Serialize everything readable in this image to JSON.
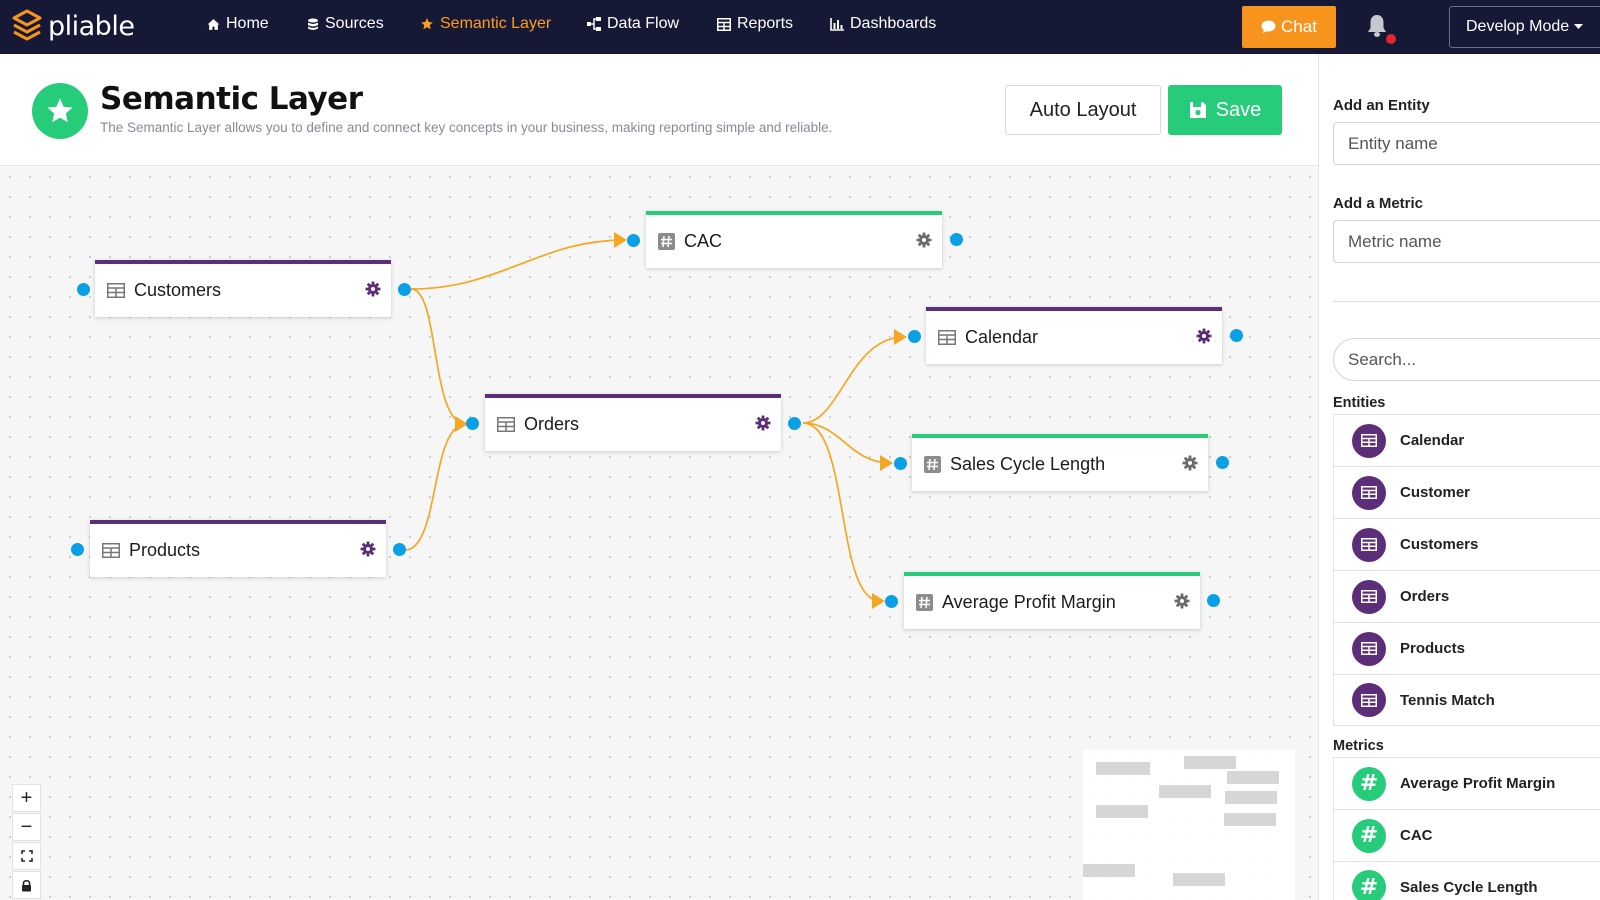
{
  "app": {
    "brand": "pliable"
  },
  "nav": {
    "items": [
      {
        "label": "Home",
        "icon": "home-icon"
      },
      {
        "label": "Sources",
        "icon": "database-icon"
      },
      {
        "label": "Semantic Layer",
        "icon": "star-icon",
        "active": true
      },
      {
        "label": "Data Flow",
        "icon": "flow-icon"
      },
      {
        "label": "Reports",
        "icon": "table-icon"
      },
      {
        "label": "Dashboards",
        "icon": "bar-chart-icon"
      }
    ],
    "chat_label": "Chat",
    "mode_label": "Develop Mode",
    "notifications_unread": true
  },
  "header": {
    "title": "Semantic Layer",
    "subtitle": "The Semantic Layer allows you to define and connect key concepts in your business, making reporting simple and reliable.",
    "auto_layout_label": "Auto Layout",
    "save_label": "Save"
  },
  "graph": {
    "nodes": [
      {
        "id": "customers",
        "label": "Customers",
        "kind": "entity"
      },
      {
        "id": "products",
        "label": "Products",
        "kind": "entity"
      },
      {
        "id": "orders",
        "label": "Orders",
        "kind": "entity"
      },
      {
        "id": "cac",
        "label": "CAC",
        "kind": "metric"
      },
      {
        "id": "calendar",
        "label": "Calendar",
        "kind": "entity"
      },
      {
        "id": "sales_cycle",
        "label": "Sales Cycle Length",
        "kind": "metric"
      },
      {
        "id": "avg_margin",
        "label": "Average Profit Margin",
        "kind": "metric"
      }
    ],
    "edges": [
      {
        "from": "customers",
        "to": "cac"
      },
      {
        "from": "customers",
        "to": "orders"
      },
      {
        "from": "products",
        "to": "orders"
      },
      {
        "from": "orders",
        "to": "calendar"
      },
      {
        "from": "orders",
        "to": "sales_cycle"
      },
      {
        "from": "orders",
        "to": "avg_margin"
      }
    ]
  },
  "canvas_controls": {
    "zoom_in": "+",
    "zoom_out": "−"
  },
  "sidebar": {
    "add_entity_label": "Add an Entity",
    "entity_placeholder": "Entity name",
    "add_metric_label": "Add a Metric",
    "metric_placeholder": "Metric name",
    "search_placeholder": "Search...",
    "entities_heading": "Entities",
    "entities": [
      "Calendar",
      "Customer",
      "Customers",
      "Orders",
      "Products",
      "Tennis Match"
    ],
    "metrics_heading": "Metrics",
    "metrics": [
      "Average Profit Margin",
      "CAC",
      "Sales Cycle Length"
    ]
  },
  "colors": {
    "nav_bg": "#161936",
    "accent_orange": "#f7941d",
    "entity_purple": "#5c2d78",
    "metric_green": "#27cc7b",
    "handle_blue": "#0aa0e6",
    "edge_orange": "#f5a623"
  }
}
